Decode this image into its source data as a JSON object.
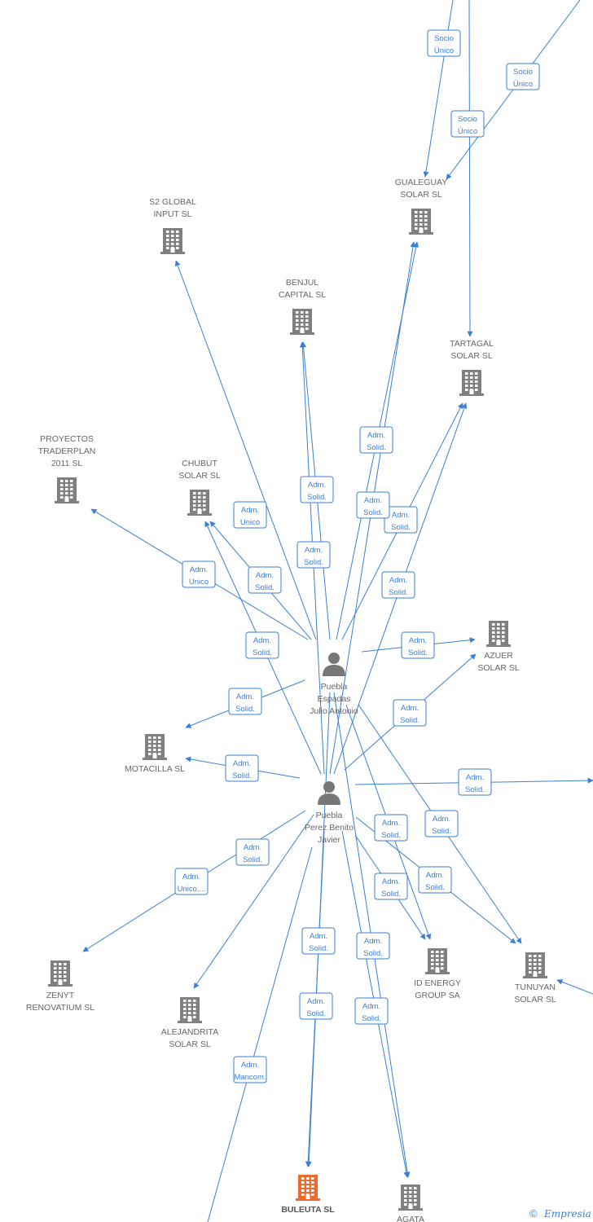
{
  "colors": {
    "edge": "#3a7fd5",
    "company": "#808080",
    "main_company": "#f06a2e",
    "person": "#777777"
  },
  "companies": [
    {
      "id": "gualeguay",
      "lines": [
        "GUALEGUAY",
        "SOLAR  SL"
      ],
      "icon": "building-icon"
    },
    {
      "id": "s2global",
      "lines": [
        "S2 GLOBAL",
        "INPUT  SL"
      ],
      "icon": "building-icon"
    },
    {
      "id": "benjul",
      "lines": [
        "BENJUL",
        "CAPITAL  SL"
      ],
      "icon": "building-icon"
    },
    {
      "id": "tartagal",
      "lines": [
        "TARTAGAL",
        "SOLAR  SL"
      ],
      "icon": "building-icon"
    },
    {
      "id": "proyectos",
      "lines": [
        "PROYECTOS",
        "TRADERPLAN",
        "2011 SL"
      ],
      "icon": "building-icon"
    },
    {
      "id": "chubut",
      "lines": [
        "CHUBUT",
        "SOLAR  SL"
      ],
      "icon": "building-icon"
    },
    {
      "id": "azuer",
      "lines": [
        "AZUER",
        "SOLAR  SL"
      ],
      "icon": "building-icon"
    },
    {
      "id": "motacilla",
      "lines": [
        "MOTACILLA SL"
      ],
      "icon": "building-icon"
    },
    {
      "id": "zenyt",
      "lines": [
        "ZENYT",
        "RENOVATIUM SL"
      ],
      "icon": "building-icon"
    },
    {
      "id": "alejandrita",
      "lines": [
        "ALEJANDRITA",
        "SOLAR  SL"
      ],
      "icon": "building-icon"
    },
    {
      "id": "idenergy",
      "lines": [
        "ID ENERGY",
        "GROUP SA"
      ],
      "icon": "building-icon"
    },
    {
      "id": "tunuyan",
      "lines": [
        "TUNUYAN",
        "SOLAR  SL"
      ],
      "icon": "building-icon"
    },
    {
      "id": "buleuta",
      "lines": [
        "BULEUTA  SL"
      ],
      "icon": "building-icon",
      "main": true
    },
    {
      "id": "agata",
      "lines": [
        "AGATA"
      ],
      "icon": "building-icon"
    }
  ],
  "persons": [
    {
      "id": "julio",
      "lines": [
        "Puebla",
        "Espadas",
        "Julio Antonio"
      ],
      "icon": "person-icon"
    },
    {
      "id": "javier",
      "lines": [
        "Puebla",
        "Perez Benito",
        "Javier"
      ],
      "icon": "person-icon"
    }
  ],
  "relations": [
    {
      "lines": [
        "Socio",
        "Único"
      ]
    },
    {
      "lines": [
        "Socio",
        "Único"
      ]
    },
    {
      "lines": [
        "Socio",
        "Único"
      ]
    },
    {
      "lines": [
        "Adm.",
        "Solid."
      ]
    },
    {
      "lines": [
        "Adm.",
        "Solid."
      ]
    },
    {
      "lines": [
        "Adm.",
        "Solid."
      ]
    },
    {
      "lines": [
        "Adm.",
        "Solid."
      ]
    },
    {
      "lines": [
        "Adm.",
        "Unico"
      ]
    },
    {
      "lines": [
        "Adm.",
        "Solid."
      ]
    },
    {
      "lines": [
        "Adm.",
        "Unico"
      ]
    },
    {
      "lines": [
        "Adm.",
        "Solid."
      ]
    },
    {
      "lines": [
        "Adm.",
        "Solid."
      ]
    },
    {
      "lines": [
        "Adm.",
        "Solid."
      ]
    },
    {
      "lines": [
        "Adm.",
        "Solid."
      ]
    },
    {
      "lines": [
        "Adm.",
        "Solid."
      ]
    },
    {
      "lines": [
        "Adm.",
        "Solid."
      ]
    },
    {
      "lines": [
        "Adm.",
        "Solid."
      ]
    },
    {
      "lines": [
        "Adm.",
        "Solid."
      ]
    },
    {
      "lines": [
        "Adm.",
        "Solid."
      ]
    },
    {
      "lines": [
        "Adm.",
        "Solid."
      ]
    },
    {
      "lines": [
        "Adm.",
        "Solid."
      ]
    },
    {
      "lines": [
        "Adm.",
        "Unico,..."
      ]
    },
    {
      "lines": [
        "Adm.",
        "Solid."
      ]
    },
    {
      "lines": [
        "Adm.",
        "Solid."
      ]
    },
    {
      "lines": [
        "Adm.",
        "Solid."
      ]
    },
    {
      "lines": [
        "Adm.",
        "Solid."
      ]
    },
    {
      "lines": [
        "Adm.",
        "Solid."
      ]
    },
    {
      "lines": [
        "Adm.",
        "Solid."
      ]
    },
    {
      "lines": [
        "Adm.",
        "Mancom."
      ]
    }
  ],
  "footer": {
    "copyright": "©",
    "brand": "Empresia"
  }
}
